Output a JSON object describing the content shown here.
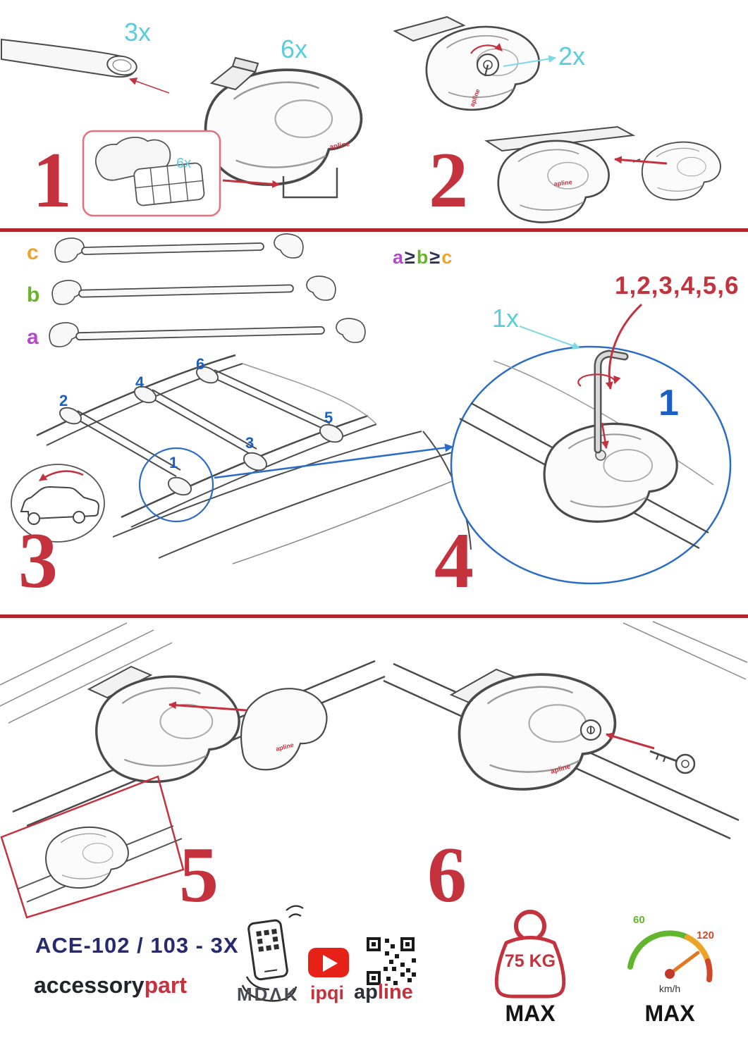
{
  "brand_badge": "apline",
  "step1": {
    "number": "1",
    "bar_qty": "3x",
    "foot_qty": "6x",
    "pad_qty": "6x"
  },
  "step2": {
    "number": "2",
    "lock_qty": "2x"
  },
  "step3": {
    "number": "3",
    "bar_label_c": "c",
    "bar_label_b": "b",
    "bar_label_a": "a",
    "rule_a": "a",
    "rule_ge1": "≥",
    "rule_b": "b",
    "rule_ge2": "≥",
    "rule_c": "c",
    "positions": [
      "1",
      "2",
      "3",
      "4",
      "5",
      "6"
    ]
  },
  "step4": {
    "number": "4",
    "key_qty": "1x",
    "sequence": "1,2,3,4,5,6",
    "highlight": "1"
  },
  "step5": {
    "number": "5"
  },
  "step6": {
    "number": "6"
  },
  "footer": {
    "model": "ACE-102 / 103 - 3X",
    "brand_accessory": "accessory",
    "brand_part": "part",
    "mdak": "MDΛK",
    "ipqi": "ipqi",
    "apline_ap": "ap",
    "apline_line": "line",
    "weight_limit": "75 KG",
    "weight_max_label": "MAX",
    "speed_green": "60",
    "speed_red": "120",
    "speed_unit": "km/h",
    "speed_max_label": "MAX"
  },
  "colors": {
    "step_red": "#c4323e",
    "divider_red": "#b2242e",
    "cyan": "#58cedd",
    "blue": "#1b5fc2",
    "circle_blue": "#2a6cc8",
    "orange": "#eca42c",
    "green": "#6cb32c",
    "purple": "#b44bc8",
    "navy": "#262a6e",
    "youtube_red": "#e62117"
  }
}
